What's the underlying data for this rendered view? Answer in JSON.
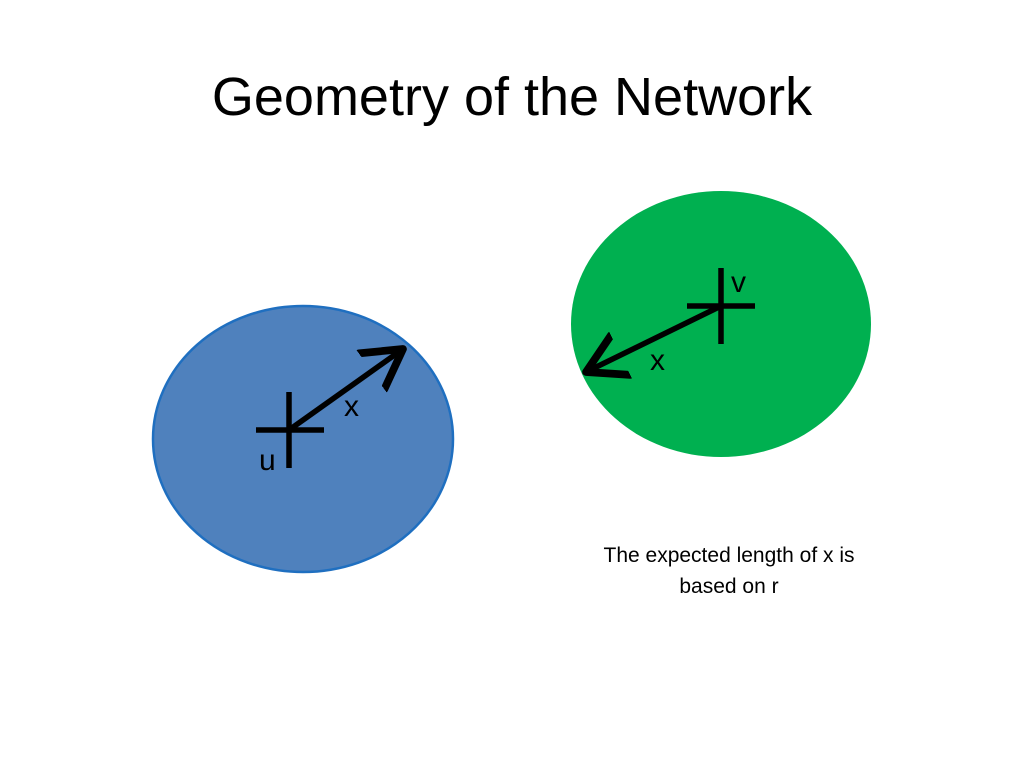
{
  "title": "Geometry of the Network",
  "nodes": {
    "u": {
      "label": "u",
      "color": "#4F81BD",
      "border": "#1F6FC0"
    },
    "v": {
      "label": "v",
      "color": "#00B050"
    }
  },
  "edge_labels": {
    "u_radius": "x",
    "v_radius": "x"
  },
  "caption": "The expected length of x is based on r",
  "colors": {
    "stroke": "#000000",
    "background": "#FFFFFF"
  }
}
